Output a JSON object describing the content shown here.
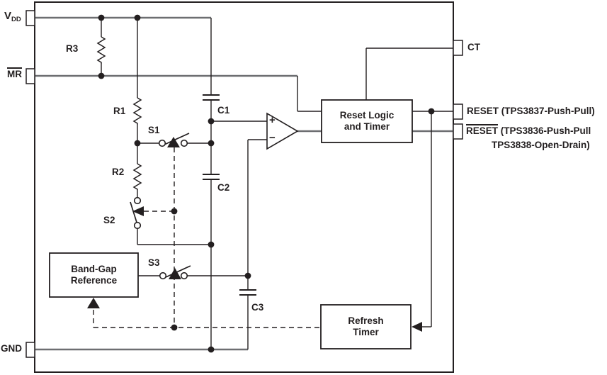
{
  "colors": {
    "line": "#231f20",
    "rail": "#6d6e71",
    "background": "#ffffff"
  },
  "pins": {
    "vdd": {
      "base": "V",
      "sub": "DD"
    },
    "mr": {
      "label": "MR"
    },
    "gnd": {
      "label": "GND"
    },
    "ct": {
      "label": "CT"
    },
    "reset": {
      "name": "RESET",
      "detail": " (TPS3837-Push-Pull)"
    },
    "reset_bar": {
      "name": "RESET",
      "detail": " (TPS3836-Push-Pull",
      "detail2": "TPS3838-Open-Drain)"
    }
  },
  "blocks": {
    "reset_logic": {
      "line1": "Reset Logic",
      "line2": "and Timer"
    },
    "band_gap": {
      "line1": "Band-Gap",
      "line2": "Reference"
    },
    "refresh_timer": {
      "line1": "Refresh",
      "line2": "Timer"
    }
  },
  "components": {
    "r1": "R1",
    "r2": "R2",
    "r3": "R3",
    "c1": "C1",
    "c2": "C2",
    "c3": "C3",
    "s1": "S1",
    "s2": "S2",
    "s3": "S3"
  },
  "comparator": {
    "plus": "+",
    "minus": "−"
  }
}
